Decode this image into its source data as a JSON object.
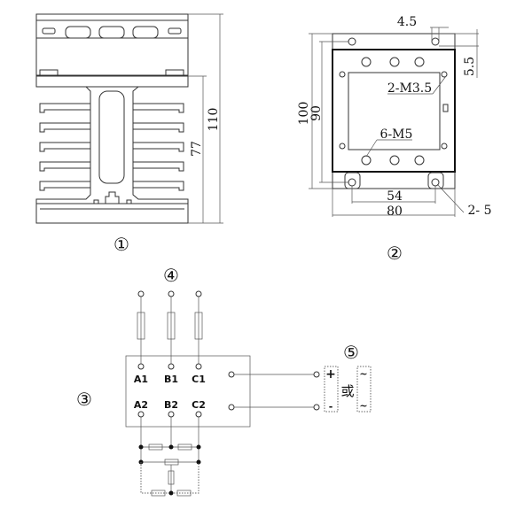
{
  "view1": {
    "marker": "①",
    "dim_total": "110",
    "dim_heatsink": "77"
  },
  "view2": {
    "marker": "②",
    "dim_hole_offset_x": "4.5",
    "dim_hole_offset_y": "5.5",
    "dim_height_outer": "100",
    "dim_height_inner": "90",
    "callout_small_screws": "2-M3.5",
    "callout_terminals": "6-M5",
    "dim_hole_spacing": "54",
    "dim_width": "80",
    "callout_mount_holes": "2- 5"
  },
  "wiring": {
    "marker_relay": "③",
    "marker_fuses": "④",
    "marker_control": "⑤",
    "terminals_top": [
      "A1",
      "B1",
      "C1"
    ],
    "terminals_bottom": [
      "A2",
      "B2",
      "C2"
    ],
    "dc_plus": "+",
    "dc_minus": "-",
    "or_label": "或",
    "ac_top": "~",
    "ac_bottom": "~"
  },
  "colors": {
    "line": "#333333",
    "background": "#ffffff"
  }
}
